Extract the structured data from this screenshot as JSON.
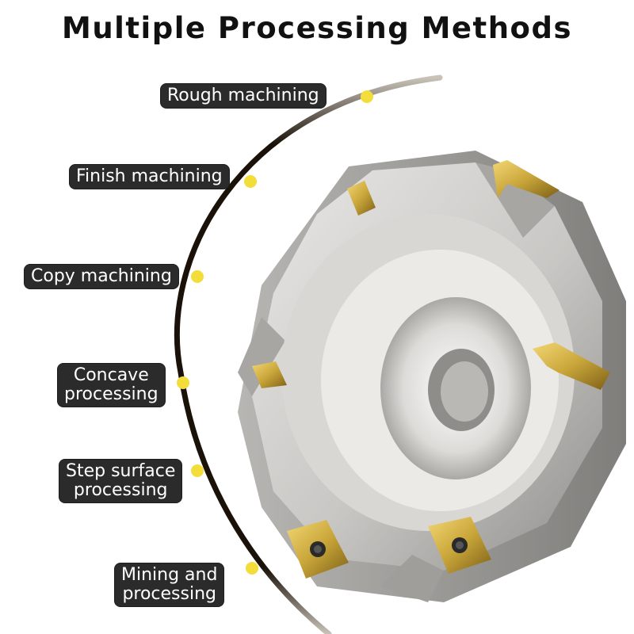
{
  "title": "Multiple Processing Methods",
  "methods": [
    {
      "lines": [
        "Rough machining"
      ]
    },
    {
      "lines": [
        "Finish machining"
      ]
    },
    {
      "lines": [
        "Copy machining"
      ]
    },
    {
      "lines": [
        "Concave",
        "processing"
      ]
    },
    {
      "lines": [
        "Step surface",
        "processing"
      ]
    },
    {
      "lines": [
        "Mining and",
        "processing"
      ]
    }
  ],
  "colors": {
    "arc": "#1a1208",
    "dot": "#f2dd3a",
    "label_bg": "#2b2b2b",
    "label_text": "#ffffff",
    "tool_body": "#c9c8c6",
    "insert_gold": "#c9a63a"
  },
  "icons": [
    "cutter-photo",
    "process-dot-icon"
  ]
}
